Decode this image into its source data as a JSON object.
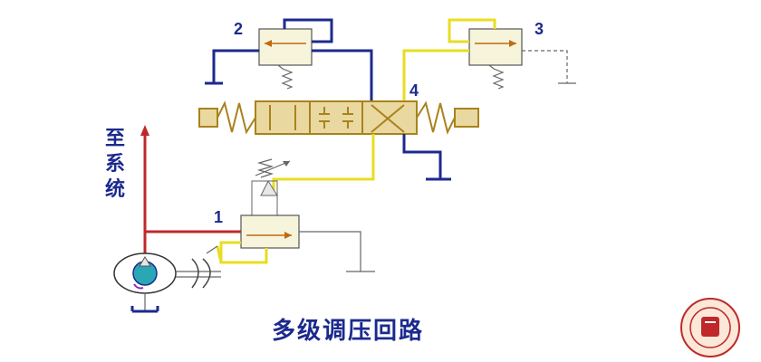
{
  "diagram": {
    "title": "多级调压回路",
    "side_label": [
      "至",
      "系",
      "统"
    ],
    "labels": {
      "valve_1": "1",
      "valve_2": "2",
      "valve_3": "3",
      "valve_4": "4"
    }
  },
  "colors": {
    "blue_line": "#1c2a8e",
    "yellow_line": "#e8dd22",
    "red_line": "#c0282a",
    "gold_valve": "#a9821d",
    "text": "#1c2a8e"
  }
}
